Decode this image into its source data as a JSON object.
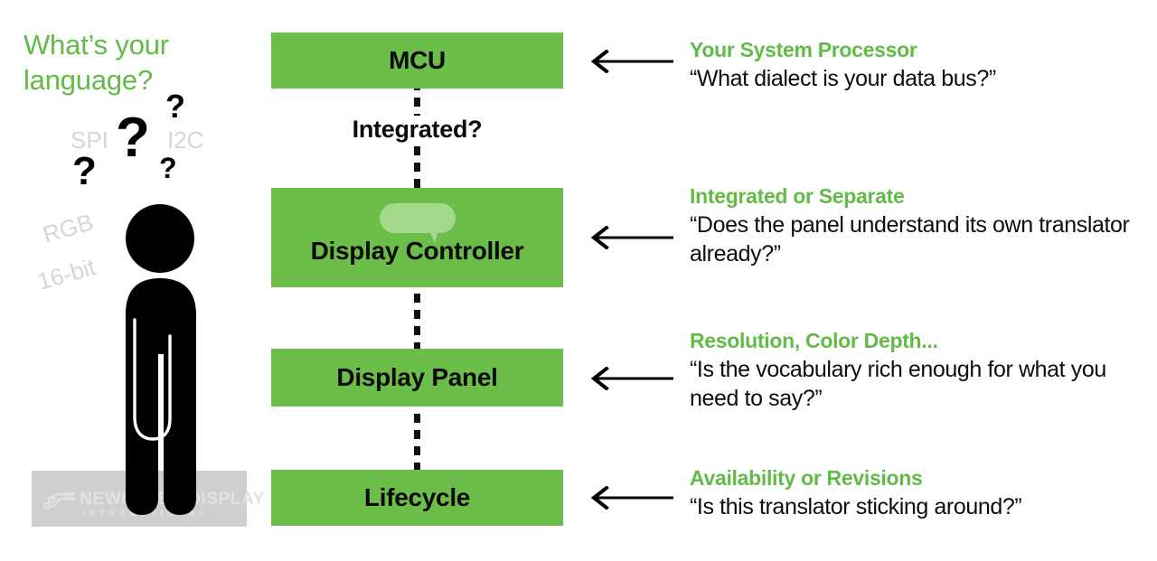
{
  "left_panel": {
    "headline": "What’s your\nlanguage?",
    "headline_color": "#62BB46",
    "faint_labels": [
      {
        "text": "SPI"
      },
      {
        "text": "I2C"
      },
      {
        "text": "RGB"
      },
      {
        "text": "16-bit"
      }
    ],
    "question_marks": [
      "?",
      "?",
      "?",
      "?"
    ],
    "logo": {
      "name": "NEWHAVEN DISPLAY",
      "subtitle": "INTERNATIONAL",
      "band_color": "#CFCFCF"
    }
  },
  "flow": {
    "connector_label": "Integrated?",
    "node_color": "#6CBE4B",
    "nodes": [
      {
        "label": "MCU"
      },
      {
        "label": "Display Controller",
        "icon": "speech-bubble-icon"
      },
      {
        "label": "Display Panel"
      },
      {
        "label": "Lifecycle"
      }
    ]
  },
  "annotations": [
    {
      "title": "Your System Processor",
      "body": "“What dialect is your data bus?”"
    },
    {
      "title": "Integrated or Separate",
      "body": "“Does the panel understand its own translator already?”"
    },
    {
      "title": "Resolution, Color Depth...",
      "body": "“Is the vocabulary rich enough for what you need to say?”"
    },
    {
      "title": "Availability or Revisions",
      "body": "“Is this translator sticking around?”"
    }
  ]
}
